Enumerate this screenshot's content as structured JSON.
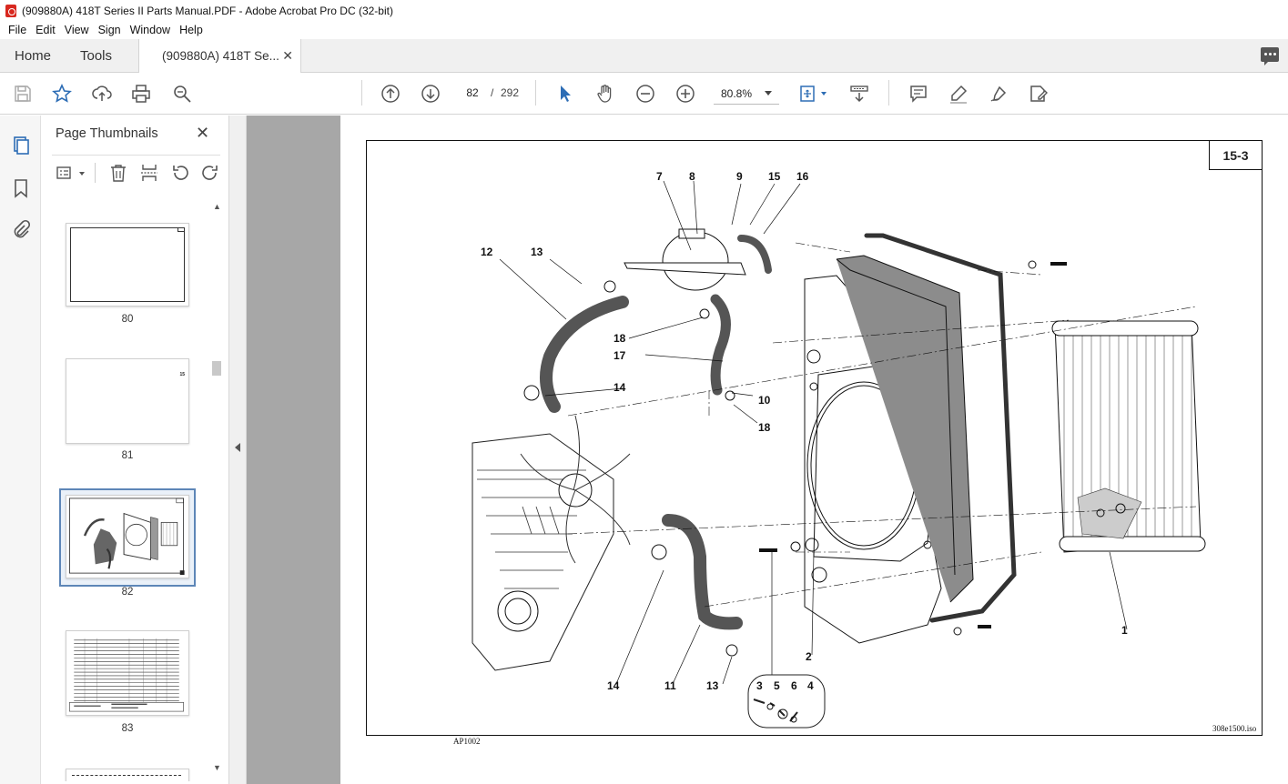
{
  "window": {
    "title": "(909880A) 418T Series II Parts Manual.PDF - Adobe Acrobat Pro DC (32-bit)"
  },
  "menu": [
    "File",
    "Edit",
    "View",
    "Sign",
    "Window",
    "Help"
  ],
  "tabs": {
    "home": "Home",
    "tools": "Tools",
    "document": "(909880A) 418T Se..."
  },
  "toolbar": {
    "page_current": "82",
    "page_separator": "/",
    "page_total": "292",
    "zoom": "80.8%"
  },
  "panel": {
    "title": "Page Thumbnails",
    "thumbnails": [
      {
        "label": "80",
        "selected": false
      },
      {
        "label": "81",
        "selected": false
      },
      {
        "label": "82",
        "selected": true
      },
      {
        "label": "83",
        "selected": false
      }
    ]
  },
  "document_page": {
    "page_number": "15-3",
    "image_ref": "AP1002",
    "file_ref": "308e1500.iso",
    "callouts": [
      "7",
      "8",
      "9",
      "15",
      "16",
      "12",
      "13",
      "18",
      "17",
      "14",
      "10",
      "18",
      "2",
      "1",
      "14",
      "11",
      "13",
      "3",
      "5",
      "6",
      "4"
    ],
    "thumb_81_mark": "15"
  },
  "colors": {
    "accent": "#5d86b7",
    "pdf_icon": "#d8281f",
    "viewer_bg": "#a7a7a7"
  }
}
